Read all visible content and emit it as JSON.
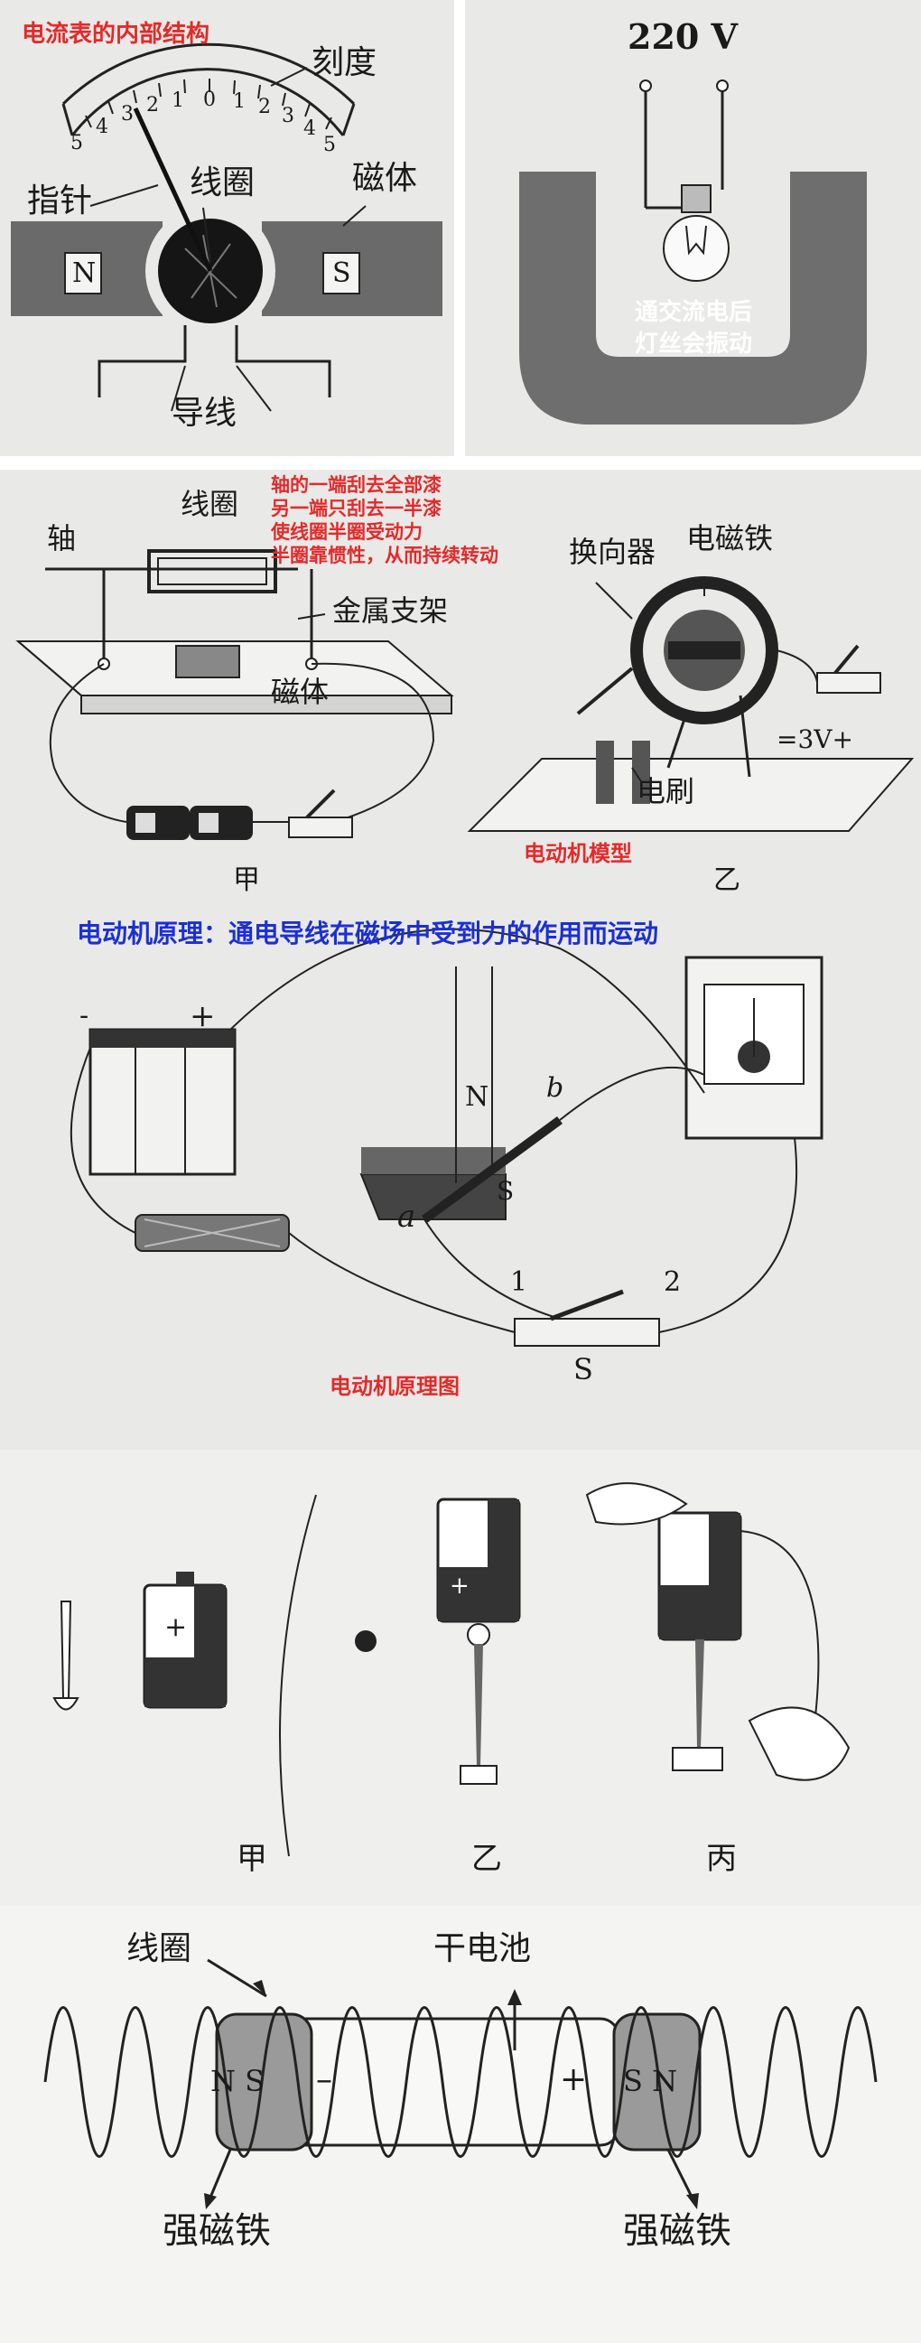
{
  "panel1": {
    "title": "电流表的内部结构",
    "scale_numbers": [
      "5",
      "4",
      "3",
      "2",
      "1",
      "0",
      "1",
      "2",
      "3",
      "4",
      "5"
    ],
    "labels": {
      "scale": "刻度",
      "pointer": "指针",
      "coil": "线圈",
      "magnet": "磁体",
      "north": "N",
      "south": "S",
      "wire": "导线"
    }
  },
  "panel2": {
    "voltage": "220 V",
    "note_line1": "通交流电后",
    "note_line2": "灯丝会振动"
  },
  "panel3": {
    "note_lines": [
      "轴的一端刮去全部漆",
      "另一端只刮去一半漆",
      "使线圈半圈受动力",
      "半圈靠惯性，从而持续转动"
    ],
    "labels": {
      "axle": "轴",
      "coil": "线圈",
      "bracket": "金属支架",
      "magnet": "磁体",
      "jia": "甲",
      "commutator": "换向器",
      "electromagnet": "电磁铁",
      "brush": "电刷",
      "voltage": "=3V+",
      "yi": "乙"
    },
    "caption": "电动机模型"
  },
  "panel4": {
    "principle": "电动机原理：通电导线在磁场中受到力的作用而运动",
    "labels": {
      "minus": "-",
      "plus": "+",
      "north": "N",
      "south": "S",
      "a": "a",
      "b": "b",
      "switch_s": "S",
      "one": "1",
      "two": "2"
    },
    "caption": "电动机原理图"
  },
  "panel5": {
    "labels": {
      "plus1": "+",
      "plus2": "+",
      "jia": "甲",
      "yi": "乙",
      "bing": "丙"
    }
  },
  "panel6": {
    "labels": {
      "coil": "线圈",
      "battery": "干电池",
      "left_magnet": "N S",
      "right_magnet": "S N",
      "minus": "–",
      "plus": "+",
      "strong_magnet_left": "强磁铁",
      "strong_magnet_right": "强磁铁"
    }
  }
}
